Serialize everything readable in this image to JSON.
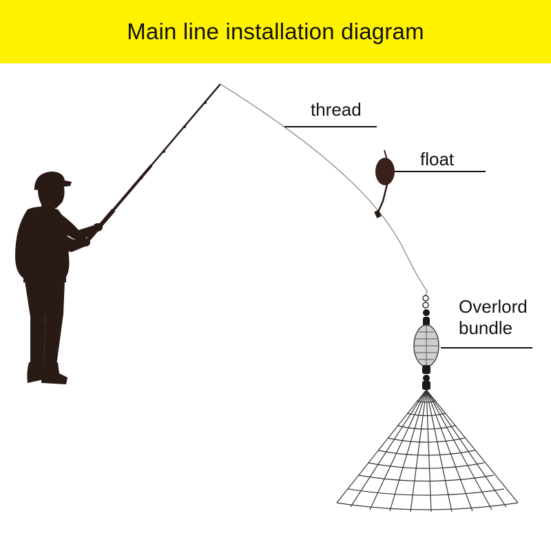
{
  "title": "Main line installation diagram",
  "labels": {
    "thread": "thread",
    "float": "float",
    "bundle_line1": "Overlord",
    "bundle_line2": "bundle"
  },
  "colors": {
    "banner": "#FFF200",
    "silhouette": "#2A1A16",
    "line": "#222222",
    "float_body": "#3A211C",
    "net": "#333333"
  }
}
